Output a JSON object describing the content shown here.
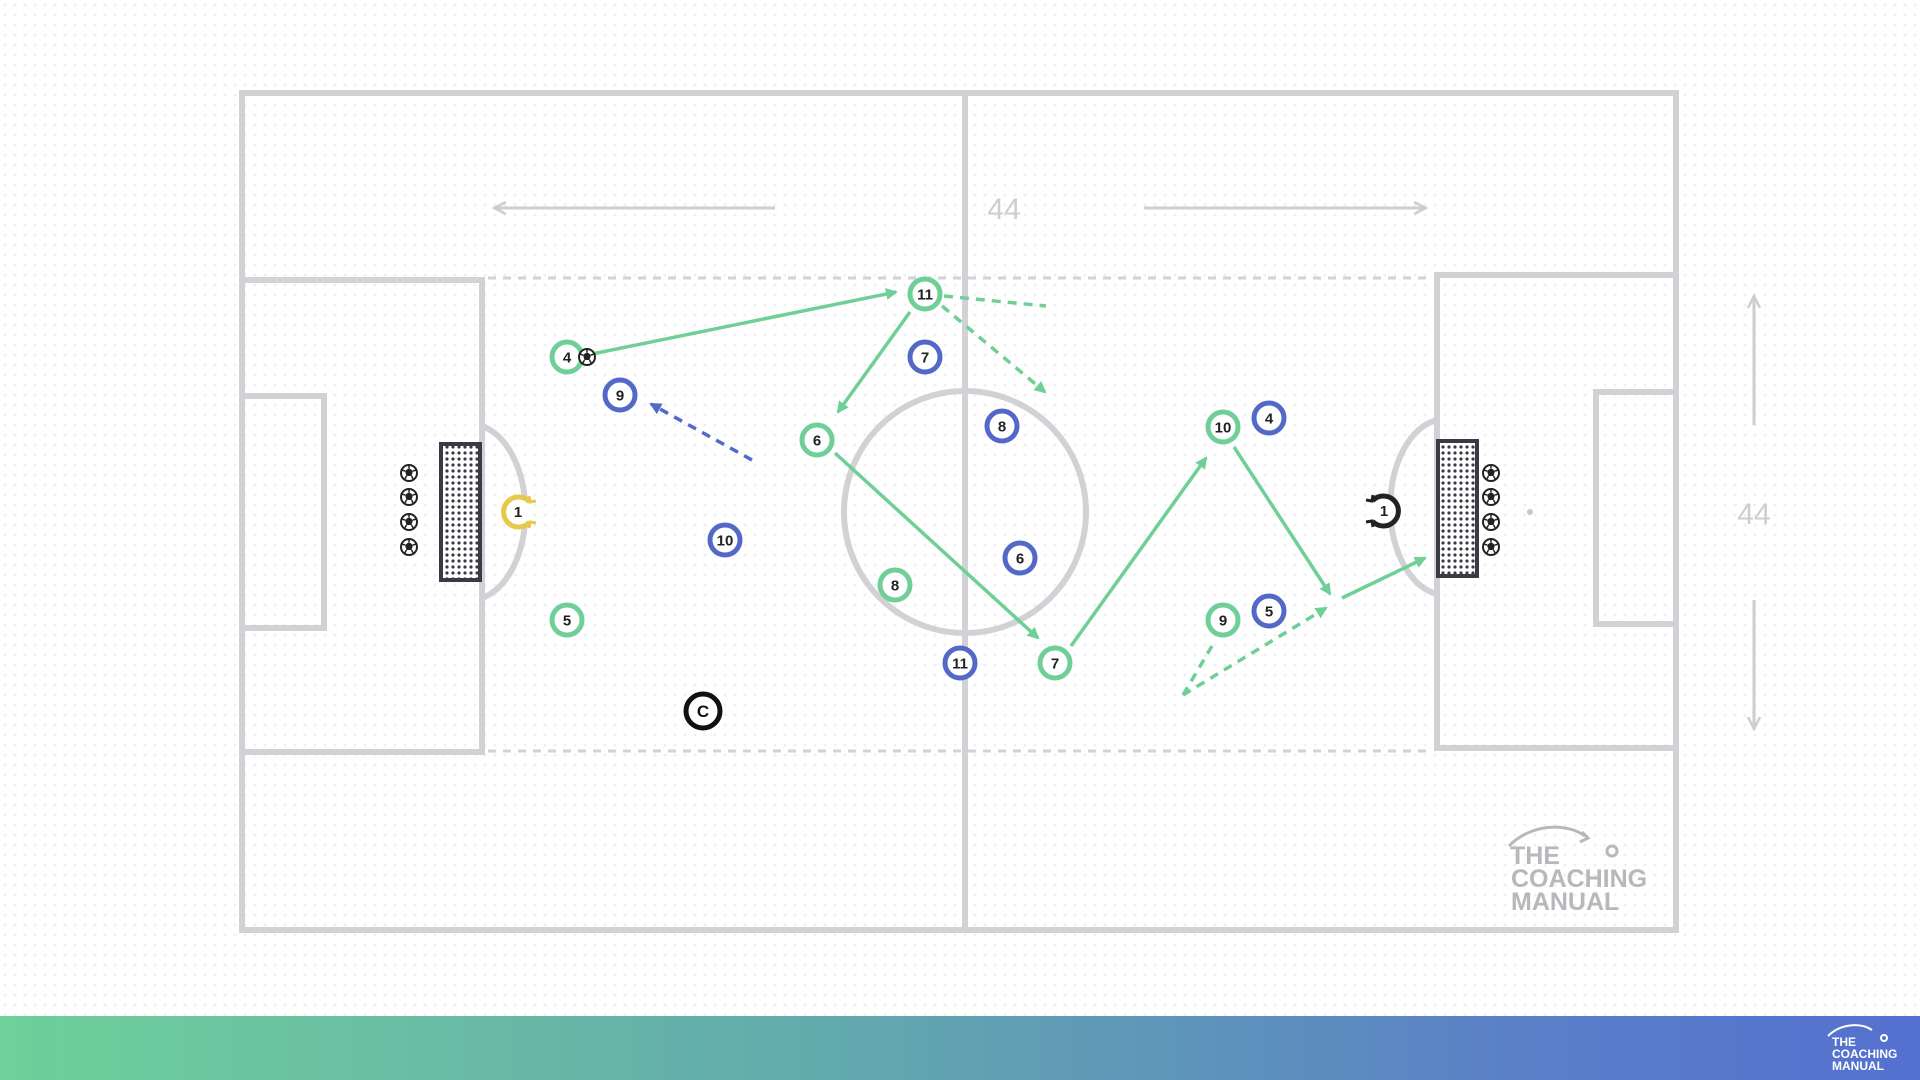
{
  "pitch": {
    "length_label": "44",
    "width_label": "44"
  },
  "team_green": {
    "color": "#6fcf97",
    "players": [
      "4",
      "11",
      "6",
      "8",
      "7",
      "10",
      "9",
      "5"
    ]
  },
  "team_blue": {
    "color": "#5468c8",
    "players": [
      "9",
      "7",
      "8",
      "10",
      "6",
      "11",
      "4",
      "5"
    ]
  },
  "goalkeepers": {
    "left": {
      "number": "1",
      "color": "#e6c84a"
    },
    "right": {
      "number": "1",
      "color": "#222222"
    }
  },
  "coach": {
    "label": "C"
  },
  "logo": {
    "line1": "THE",
    "line2": "COACHING",
    "line3": "MANUAL"
  },
  "icons": [
    "ball-icon",
    "goal-icon",
    "arrow-icon",
    "coach-icon",
    "logo-icon"
  ]
}
